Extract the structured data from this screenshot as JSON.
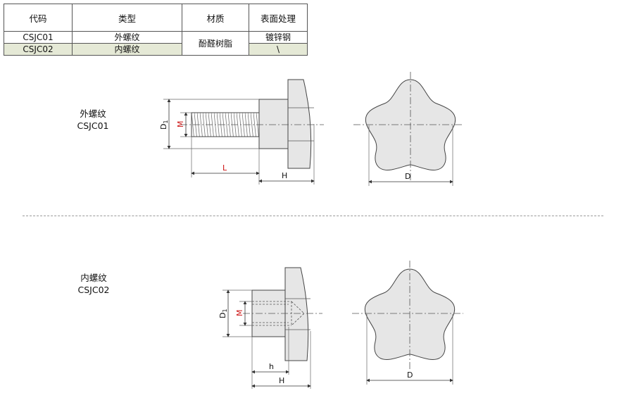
{
  "table": {
    "headers": [
      "代码",
      "类型",
      "材质",
      "表面处理"
    ],
    "rows": [
      {
        "code": "CSJC01",
        "type": "外螺纹",
        "material": "酚醛树脂",
        "finish": "镀锌钢"
      },
      {
        "code": "CSJC02",
        "type": "内螺纹",
        "material": "酚醛树脂",
        "finish": "\\"
      }
    ]
  },
  "diagram1": {
    "type": "外螺纹",
    "code": "CSJC01"
  },
  "diagram2": {
    "type": "内螺纹",
    "code": "CSJC02"
  },
  "dims": {
    "D1": "D",
    "D1_sub": "1",
    "M": "M",
    "L": "L",
    "H": "H",
    "D": "D",
    "h": "h"
  },
  "colors": {
    "accent_red": "#cc1111",
    "fill_gray": "#e6e6e6",
    "line": "#333333",
    "table_alt": "#e5e9d6"
  }
}
